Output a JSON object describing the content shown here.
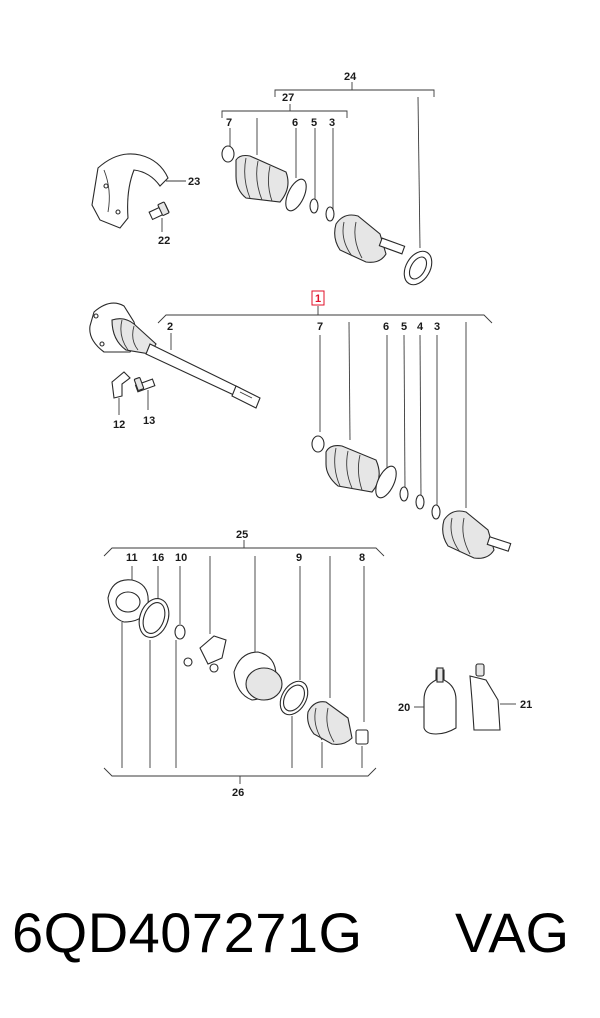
{
  "diagram": {
    "callouts": {
      "c1": "1",
      "c2": "2",
      "c3a": "3",
      "c3b": "3",
      "c4": "4",
      "c5a": "5",
      "c5b": "5",
      "c6a": "6",
      "c6b": "6",
      "c7a": "7",
      "c7b": "7",
      "c8": "8",
      "c9": "9",
      "c10": "10",
      "c11": "11",
      "c12": "12",
      "c13": "13",
      "c16": "16",
      "c20": "20",
      "c21": "21",
      "c22": "22",
      "c23": "23",
      "c24": "24",
      "c25": "25",
      "c26": "26",
      "c27": "27"
    },
    "highlight_color": "#e0102a",
    "line_color": "#3a3a3a"
  },
  "caption": {
    "part_number": "6QD407271G",
    "brand": "VAG"
  }
}
